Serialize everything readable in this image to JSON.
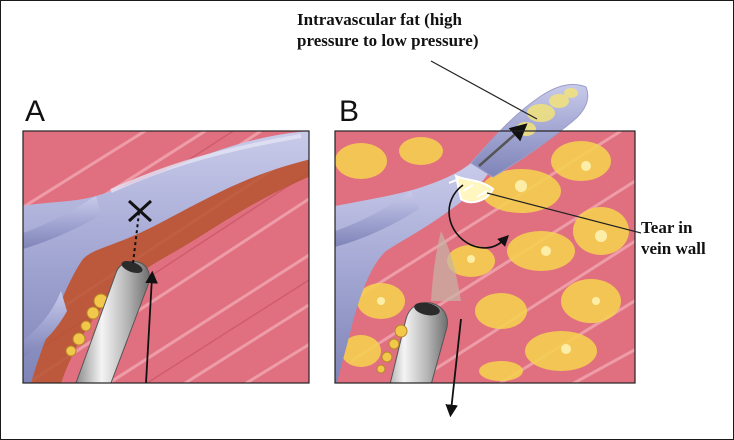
{
  "panels": {
    "a": {
      "letter": "A"
    },
    "b": {
      "letter": "B"
    }
  },
  "callouts": {
    "fat_line1": "Intravascular fat (high",
    "fat_line2": "pressure to low pressure)",
    "tear_line1": "Tear in",
    "tear_line2": "vein wall"
  },
  "colors": {
    "muscle": "#e0707e",
    "muscle_stripe": "#f2a7b0",
    "vein": "#a9acd6",
    "vein_highlight": "#d9dbf0",
    "fat": "#f5d24a",
    "blood_edge": "#b9542e",
    "cannula": "#c9c9c9"
  }
}
